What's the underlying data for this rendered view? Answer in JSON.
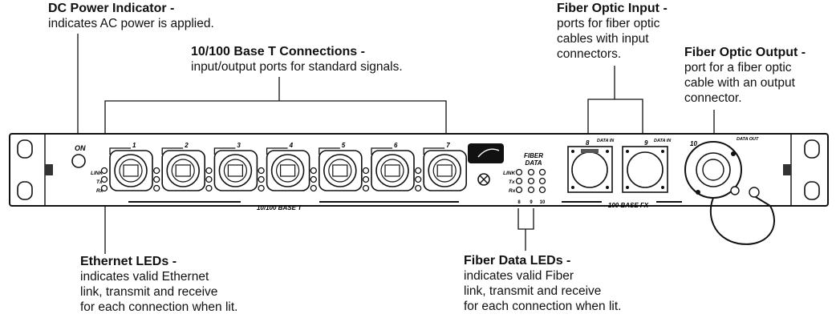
{
  "callouts": {
    "dc_power": {
      "title": "DC Power Indicator -",
      "body": "indicates AC power is applied."
    },
    "base_t": {
      "title": "10/100 Base T Connections -",
      "body": "input/output ports for standard signals."
    },
    "fiber_input": {
      "title": "Fiber Optic Input -",
      "body": "ports for fiber optic\ncables with input\nconnectors."
    },
    "fiber_output": {
      "title": "Fiber Optic Output -",
      "body": "port for a fiber optic\ncable with an output\nconnector."
    },
    "ethernet_leds": {
      "title": "Ethernet LEDs -",
      "body": "indicates valid Ethernet\nlink, transmit and receive\nfor each connection when lit."
    },
    "fiber_leds": {
      "title": "Fiber Data LEDs -",
      "body": "indicates valid Fiber\nlink, transmit and receive\nfor each connection when lit."
    }
  },
  "panel": {
    "on_label": "ON",
    "port_numbers": [
      "1",
      "2",
      "3",
      "4",
      "5",
      "6",
      "7"
    ],
    "led_labels": [
      "LINK",
      "Tx",
      "Rx"
    ],
    "base_t_label": "10/100 BASE T",
    "fiber_data_label_1": "FIBER",
    "fiber_data_label_2": "DATA",
    "fiber_led_numbers": [
      "8",
      "9",
      "10"
    ],
    "fiber_port_8": "8",
    "fiber_port_9": "9",
    "fiber_port_10": "10",
    "data_in": "DATA IN",
    "data_out": "DATA OUT",
    "base_fx_label": "100 BASE FX"
  }
}
